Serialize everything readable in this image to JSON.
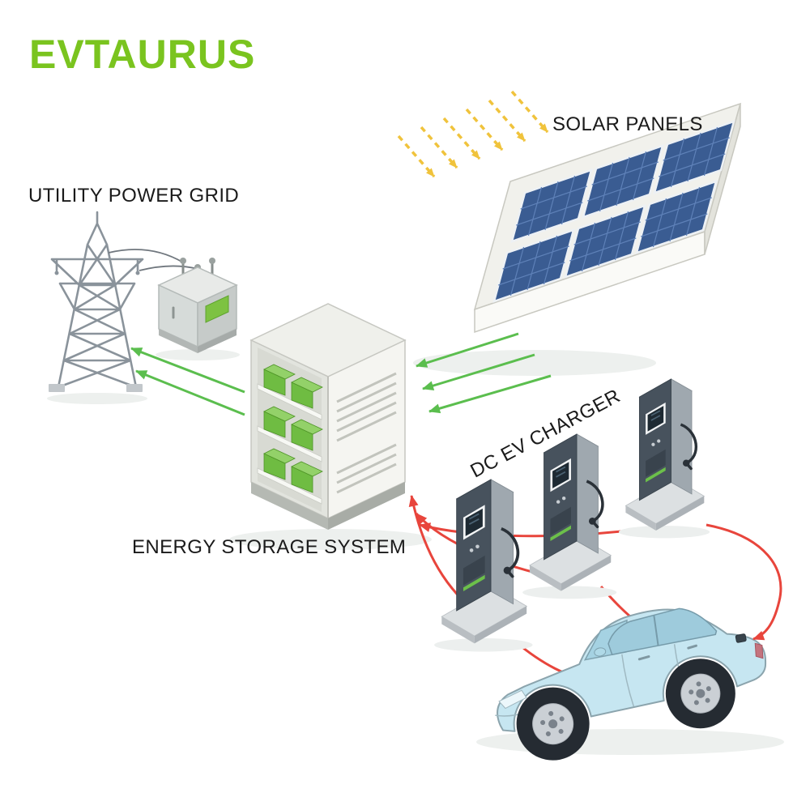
{
  "brand": {
    "name": "EVTAURUS"
  },
  "labels": {
    "solar_panels": "SOLAR PANELS",
    "utility_power_grid": "UTILITY POWER GRID",
    "energy_storage_system": "ENERGY STORAGE SYSTEM",
    "dc_ev_charger": "DC EV CHARGER"
  },
  "colors": {
    "brand_green": "#7AC41F",
    "label_text": "#1A1A1A",
    "energy_flow_green": "#5BBE4E",
    "power_flow_red": "#E8453C",
    "sunlight_yellow": "#F0C33C",
    "solar_panel_blue": "#3A5C92",
    "battery_green": "#6FBC42",
    "car_body_blue": "#C6E6F1"
  },
  "components": [
    {
      "id": "solar-panel-array",
      "label": "SOLAR PANELS",
      "panel_count": 6
    },
    {
      "id": "utility-power-grid",
      "label": "UTILITY POWER GRID"
    },
    {
      "id": "energy-storage-system",
      "label": "ENERGY STORAGE SYSTEM"
    },
    {
      "id": "dc-ev-charger",
      "label": "DC EV CHARGER",
      "charger_count": 3
    },
    {
      "id": "electric-vehicle"
    }
  ],
  "flows": [
    {
      "from": "sunlight",
      "to": "solar-panel-array",
      "style": "dashed-yellow"
    },
    {
      "from": "solar-panel-array",
      "to": "energy-storage-system",
      "style": "green"
    },
    {
      "from": "energy-storage-system",
      "to": "utility-power-grid",
      "style": "green"
    },
    {
      "from": "dc-ev-charger",
      "to": "energy-storage-system",
      "style": "red"
    },
    {
      "from": "dc-ev-charger",
      "to": "electric-vehicle",
      "style": "red"
    }
  ]
}
